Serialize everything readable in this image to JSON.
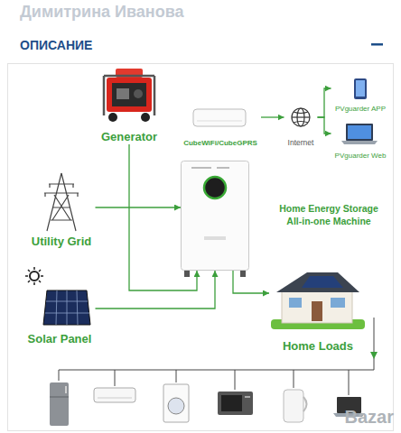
{
  "diagram": {
    "title": "ОПИСАНИЕ",
    "nodes": [
      {
        "text": [
          "Generator"
        ]
      },
      {
        "text": [
          "PVguarder APP"
        ]
      },
      {
        "text": [
          "CubeWiFi/CubeGPRS"
        ]
      },
      {
        "text": [
          "Internet"
        ]
      },
      {
        "text": [
          "PVguarder Web"
        ]
      },
      {
        "text": [
          "Home Energy Storage All-in-one Machine"
        ]
      },
      {
        "text": [
          "Utility Grid"
        ]
      },
      {
        "text": [
          "Solar Panel"
        ]
      },
      {
        "text": [
          "Home Loads"
        ]
      }
    ],
    "edges": [
      {
        "from": 0,
        "to": 5,
        "arrow": "to"
      },
      {
        "from": 2,
        "to": 3,
        "arrow": "to"
      },
      {
        "from": 3,
        "to": 1,
        "arrow": "to"
      },
      {
        "from": 3,
        "to": 4,
        "arrow": "to"
      },
      {
        "from": 6,
        "to": 5,
        "arrow": "to"
      },
      {
        "from": 7,
        "to": 5,
        "arrow": "to"
      },
      {
        "from": 5,
        "to": 8,
        "arrow": "to"
      }
    ],
    "labels": [
      "Димитрина Иванова",
      "Bazar"
    ]
  }
}
